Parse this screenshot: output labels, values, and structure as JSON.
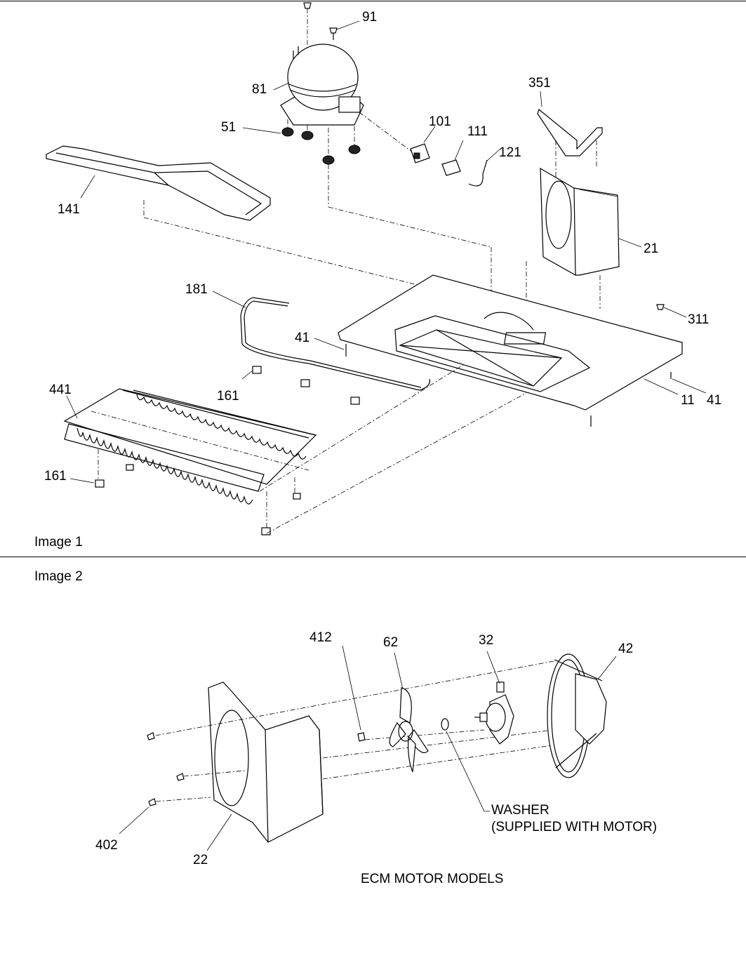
{
  "panels": [
    {
      "label": "Image 1"
    },
    {
      "label": "Image 2"
    }
  ],
  "image1": {
    "callouts": {
      "c91": "91",
      "c81": "81",
      "c51": "51",
      "c351": "351",
      "c101": "101",
      "c111": "111",
      "c121": "121",
      "c141": "141",
      "c21": "21",
      "c181": "181",
      "c311": "311",
      "c41a": "41",
      "c441": "441",
      "c161a": "161",
      "c11": "11",
      "c41b": "41",
      "c161b": "161"
    }
  },
  "image2": {
    "callouts": {
      "c412": "412",
      "c62": "62",
      "c32": "32",
      "c42": "42",
      "c402": "402",
      "c22": "22"
    },
    "washer_note": "WASHER\n(SUPPLIED WITH MOTOR)",
    "caption": "ECM MOTOR MODELS"
  }
}
